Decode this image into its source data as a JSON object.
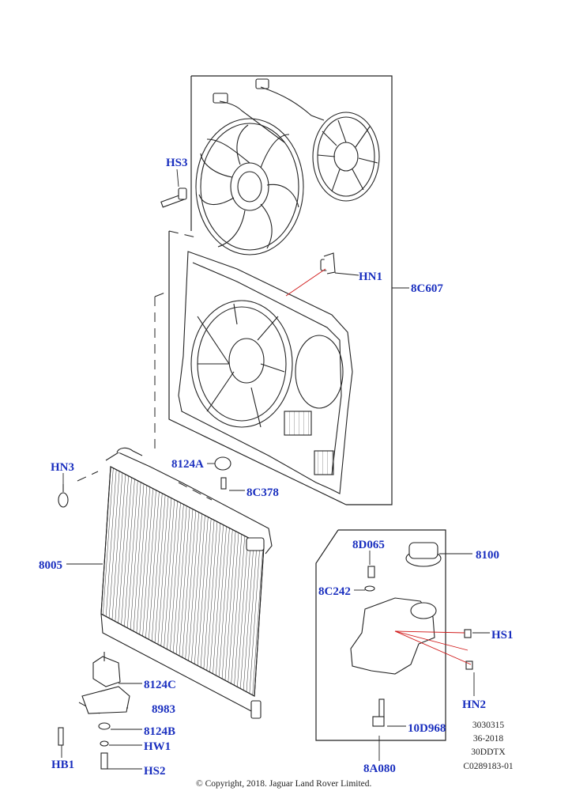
{
  "callouts": {
    "hs3": "HS3",
    "hn1": "HN1",
    "c8c607": "8C607",
    "c8124a": "8124A",
    "hn3": "HN3",
    "c8c378": "8C378",
    "c8005": "8005",
    "c8d065": "8D065",
    "c8100": "8100",
    "c8c242": "8C242",
    "hs1": "HS1",
    "hn2": "HN2",
    "c8124c": "8124C",
    "c8983": "8983",
    "c8124b": "8124B",
    "hw1": "HW1",
    "hb1": "HB1",
    "hs2": "HS2",
    "c10d968": "10D968",
    "c8a080": "8A080"
  },
  "ref_codes": [
    "3030315",
    "36-2018",
    "30DDTX",
    "C0289183-01"
  ],
  "copyright": "© Copyright, 2018. Jaguar Land Rover Limited.",
  "colors": {
    "callout": "#1a2fbf",
    "line": "#222222",
    "leader_red": "#d01818"
  }
}
